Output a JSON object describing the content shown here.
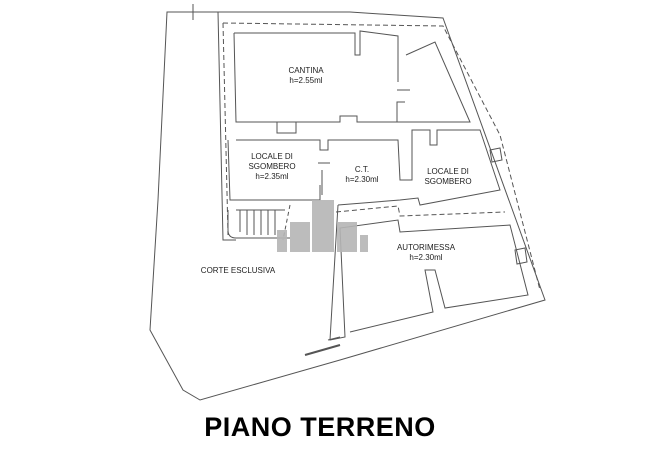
{
  "title": "PIANO TERRENO",
  "rooms": [
    {
      "name": "CANTINA",
      "height": "h=2.55ml"
    },
    {
      "name": "LOCALE DI SGOMBERO",
      "name_line1": "LOCALE DI",
      "name_line2": "SGOMBERO",
      "height": "h=2.35ml"
    },
    {
      "name": "C.T.",
      "height": "h=2.30ml"
    },
    {
      "name": "LOCALE DI SGOMBERO",
      "name_line1": "LOCALE DI",
      "name_line2": "SGOMBERO",
      "height": ""
    },
    {
      "name": "AUTORIMESSA",
      "height": "h=2.30ml"
    },
    {
      "name": "CORTE ESCLUSIVA",
      "height": ""
    }
  ],
  "colors": {
    "lines": "#555555",
    "watermark": "#b5b5b5",
    "text": "#222222"
  }
}
